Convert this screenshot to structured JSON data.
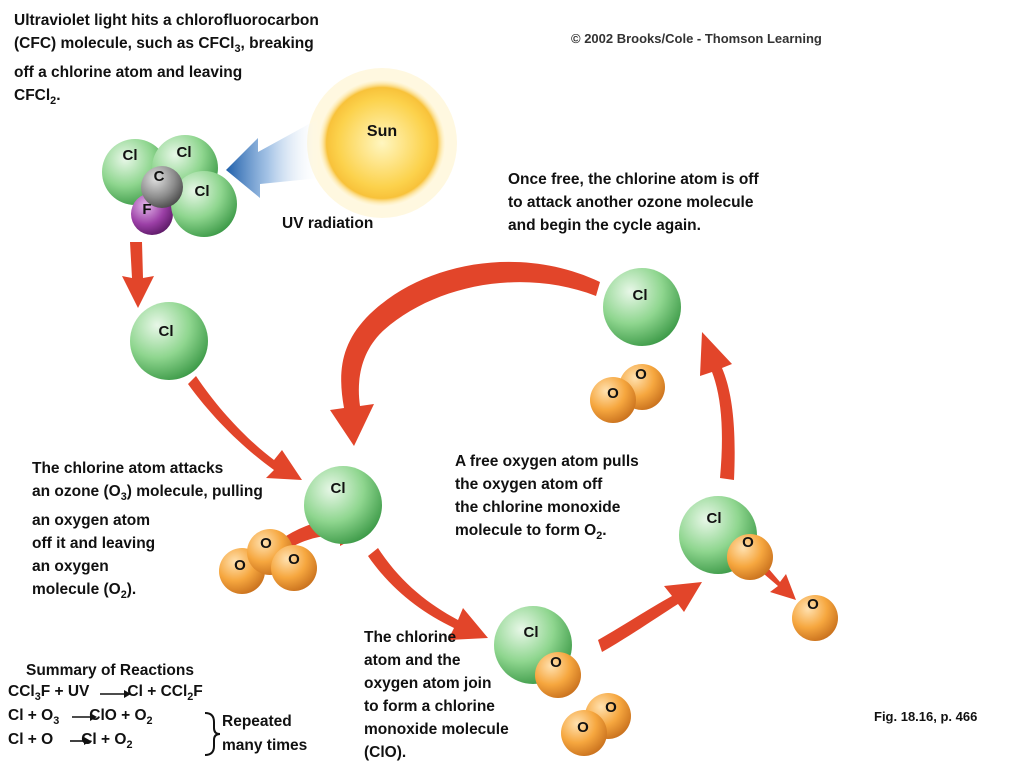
{
  "copyright": "© 2002 Brooks/Cole - Thomson Learning",
  "figure_ref": "Fig. 18.16, p. 466",
  "captions": {
    "uv_hits": [
      "Ultraviolet light hits a chlorofluorocarbon",
      "(CFC) molecule, such as CFCl3, breaking",
      "off a chlorine atom and leaving",
      "CFCl2."
    ],
    "once_free": [
      "Once free, the chlorine atom is off",
      "to attack another ozone molecule",
      "and begin the cycle again."
    ],
    "attacks": [
      "The chlorine atom attacks",
      "an ozone (O3) molecule, pulling",
      "an oxygen atom",
      "off it and leaving",
      "an oxygen",
      "molecule (O2)."
    ],
    "free_oxygen": [
      "A free oxygen atom pulls",
      "the oxygen atom off",
      "the chlorine monoxide",
      "molecule to form O2."
    ],
    "join": [
      "The chlorine",
      "atom and the",
      "oxygen atom join",
      "to form a chlorine",
      "monoxide molecule",
      "(ClO)."
    ],
    "uv_radiation": "UV radiation",
    "sun": "Sun"
  },
  "atom_labels": {
    "cl": "Cl",
    "c": "C",
    "f": "F",
    "o": "O"
  },
  "summary": {
    "title": "Summary of Reactions",
    "r1_left": "CCl3F + UV",
    "r1_right": "Cl + CCl2F",
    "r2_left": "Cl + O3",
    "r2_right": "ClO + O2",
    "r3_left": "Cl + O",
    "r3_right": "Cl + O2",
    "repeated": [
      "Repeated",
      "many times"
    ]
  },
  "colors": {
    "chlorine": "#7fd07f",
    "carbon": "#8a8a8a",
    "fluorine": "#9b3fa6",
    "oxygen": "#f4a53a",
    "sun": "#fcd450",
    "arrow_red": "#e2452a",
    "uv_arrow": "#1f5faa"
  }
}
